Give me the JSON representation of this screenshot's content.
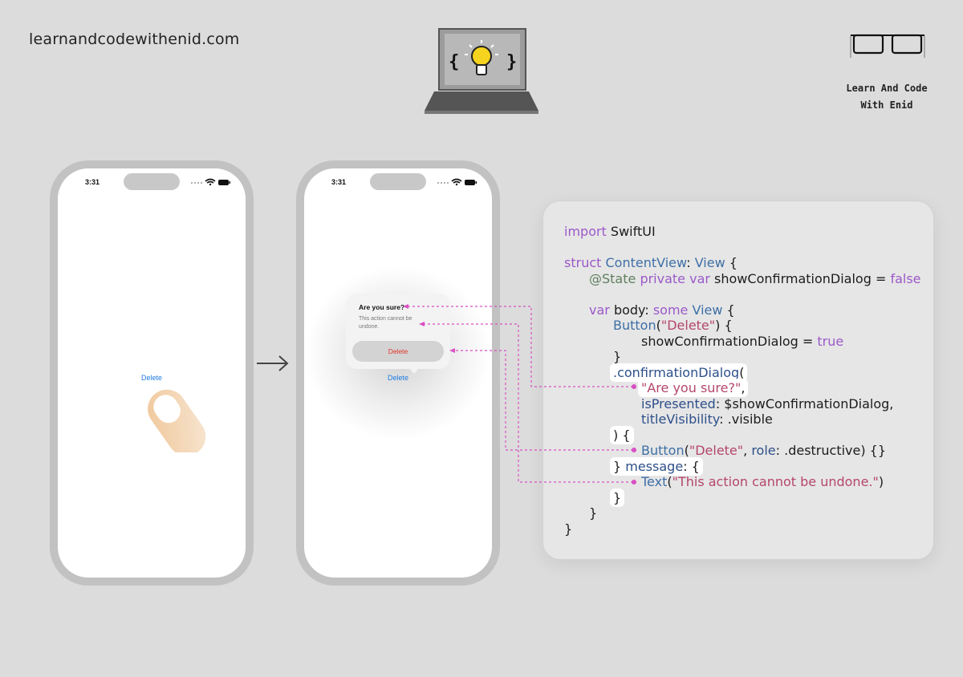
{
  "header": {
    "site_url": "learnandcodewithenid.com",
    "brand_line1": "Learn And Code",
    "brand_line2": "With Enid"
  },
  "phones": [
    {
      "status_time": "3:31",
      "button_label": "Delete"
    },
    {
      "status_time": "3:31",
      "button_label": "Delete",
      "dialog": {
        "title": "Are you sure?",
        "message": "This action cannot be undone.",
        "button_label": "Delete"
      }
    }
  ],
  "code": {
    "line1_kw": "import",
    "line1_rest": " SwiftUI",
    "line2_kw": "struct",
    "line2_name": " ContentView",
    "line2_colon": ": ",
    "line2_type": "View",
    "line2_brace": " {",
    "line3_attr": "@State",
    "line3_kw": " private var",
    "line3_rest": " showConfirmationDialog = ",
    "line3_val": "false",
    "line4_kw": "var",
    "line4_rest": " body: ",
    "line4_kw2": "some",
    "line4_type": " View",
    "line4_brace": " {",
    "line5_fn": "Button",
    "line5_open": "(",
    "line5_str": "\"Delete\"",
    "line5_close": ") {",
    "line6_rest": "showConfirmationDialog = ",
    "line6_val": "true",
    "line7": "}",
    "line8_fn": ".confirmationDialog",
    "line8_open": "(",
    "line9_str": "\"Are you sure?\"",
    "line9_comma": ",",
    "line10_param": "isPresented",
    "line10_rest": ": $showConfirmationDialog,",
    "line11_param": "titleVisibility",
    "line11_rest": ": .visible",
    "line12": ") {",
    "line13_fn": "Button",
    "line13_open": "(",
    "line13_str": "\"Delete\"",
    "line13_comma": ", ",
    "line13_param": "role",
    "line13_rest": ": .destructive) {}",
    "line14_close": "}",
    "line14_param": " message",
    "line14_rest": ": {",
    "line15_fn": "Text",
    "line15_open": "(",
    "line15_str": "\"This action cannot be undone.\"",
    "line15_close": ")",
    "line16": "}",
    "line17": "}",
    "line18": "}"
  },
  "colors": {
    "background": "#dcdcdc",
    "accent_pink": "#d94fc3",
    "link_blue": "#1e7be0",
    "destructive_red": "#e0352b"
  }
}
